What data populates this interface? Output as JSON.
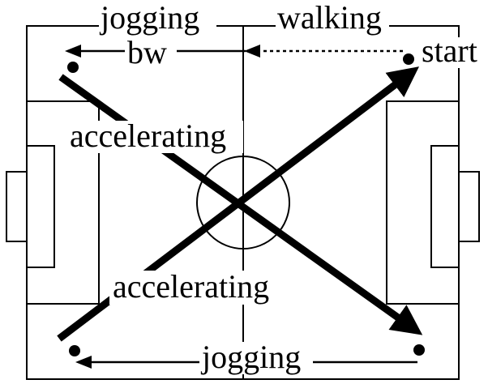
{
  "diagram": {
    "labels": {
      "jogging_top": "jogging",
      "walking": "walking",
      "bw": "bw",
      "start": "start",
      "accelerating_upper": "accelerating",
      "accelerating_lower": "accelerating",
      "jogging_bottom": "jogging"
    },
    "colors": {
      "ink": "#000000",
      "background": "#ffffff"
    }
  }
}
